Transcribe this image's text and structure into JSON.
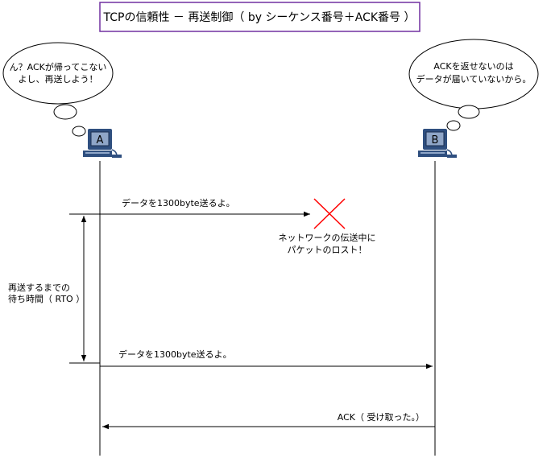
{
  "title": "TCPの信頼性 － 再送制御（ by シーケンス番号＋ACK番号 ）",
  "host_a": {
    "label": "A",
    "thought_line1": "ん？ACKが帰ってこない",
    "thought_line2": "よし、再送しよう！"
  },
  "host_b": {
    "label": "B",
    "thought_line1": "ACKを返せないのは",
    "thought_line2": "データが届いていないから。"
  },
  "messages": {
    "first_send": "データを1300byte送るよ。",
    "loss_line1": "ネットワークの伝送中に",
    "loss_line2": "パケットのロスト！",
    "resend": "データを1300byte送るよ。",
    "ack": "ACK（ 受け取った。）"
  },
  "rto": {
    "line1": "再送するまでの",
    "line2": "待ち時間（ RTO ）"
  },
  "colors": {
    "title_border": "#7030a0",
    "loss_mark": "#ff0000",
    "computer_body": "#2f4f7f",
    "screen": "#8fa6c8"
  }
}
